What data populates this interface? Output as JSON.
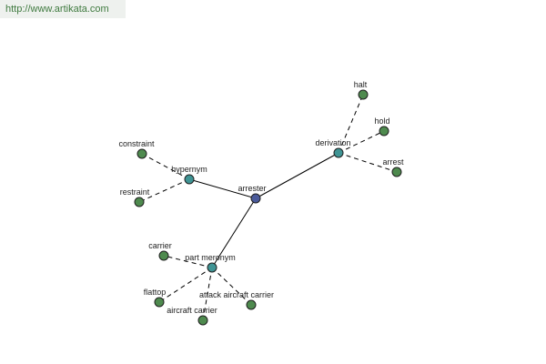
{
  "header": {
    "url": "http://www.artikata.com"
  },
  "colors": {
    "center": "#4a5a9a",
    "relation": "#3f9494",
    "leaf": "#4e8a4e"
  },
  "graph": {
    "nodes": [
      {
        "id": "arrester",
        "label": "arrester",
        "kind": "center"
      },
      {
        "id": "derivation",
        "label": "derivation",
        "kind": "relation"
      },
      {
        "id": "hypernym",
        "label": "hypernym",
        "kind": "relation"
      },
      {
        "id": "part-meronym",
        "label": "part meronym",
        "kind": "relation"
      },
      {
        "id": "halt",
        "label": "halt",
        "kind": "leaf"
      },
      {
        "id": "hold",
        "label": "hold",
        "kind": "leaf"
      },
      {
        "id": "arrest",
        "label": "arrest",
        "kind": "leaf"
      },
      {
        "id": "constraint",
        "label": "constraint",
        "kind": "leaf"
      },
      {
        "id": "restraint",
        "label": "restraint",
        "kind": "leaf"
      },
      {
        "id": "carrier",
        "label": "carrier",
        "kind": "leaf"
      },
      {
        "id": "flattop",
        "label": "flattop",
        "kind": "leaf"
      },
      {
        "id": "aircraft-carrier",
        "label": "aircraft carrier",
        "kind": "leaf"
      },
      {
        "id": "attack-aircraft-carrier",
        "label": "attack aircraft carrier",
        "kind": "leaf"
      }
    ],
    "edges": [
      {
        "from": "arrester",
        "to": "derivation",
        "style": "solid"
      },
      {
        "from": "arrester",
        "to": "hypernym",
        "style": "solid"
      },
      {
        "from": "arrester",
        "to": "part-meronym",
        "style": "solid"
      },
      {
        "from": "derivation",
        "to": "halt",
        "style": "dashed"
      },
      {
        "from": "derivation",
        "to": "hold",
        "style": "dashed"
      },
      {
        "from": "derivation",
        "to": "arrest",
        "style": "dashed"
      },
      {
        "from": "hypernym",
        "to": "constraint",
        "style": "dashed"
      },
      {
        "from": "hypernym",
        "to": "restraint",
        "style": "dashed"
      },
      {
        "from": "part-meronym",
        "to": "carrier",
        "style": "dashed"
      },
      {
        "from": "part-meronym",
        "to": "flattop",
        "style": "dashed"
      },
      {
        "from": "part-meronym",
        "to": "aircraft-carrier",
        "style": "dashed"
      },
      {
        "from": "part-meronym",
        "to": "attack-aircraft-carrier",
        "style": "dashed"
      }
    ]
  }
}
